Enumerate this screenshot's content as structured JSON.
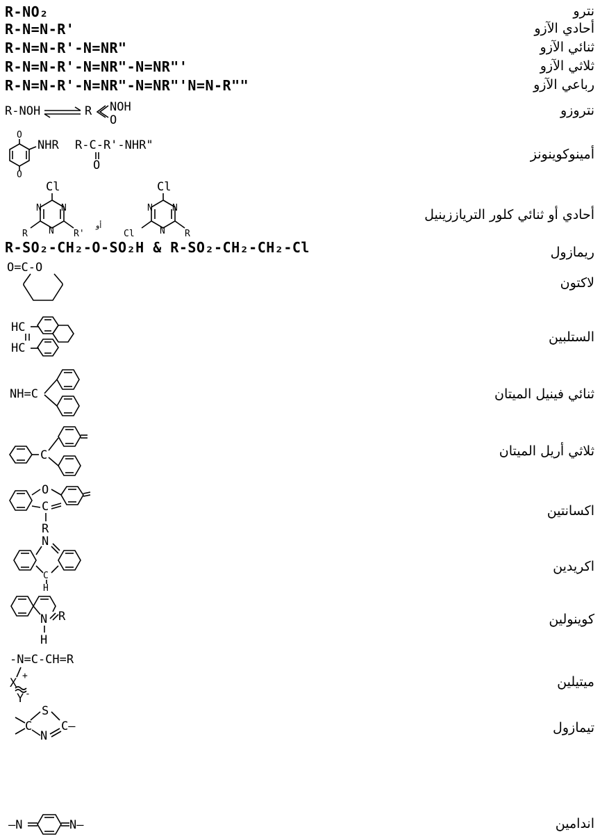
{
  "rows": [
    {
      "name": "نترو",
      "formula": "R-NO₂"
    },
    {
      "name": "أحادي الآزو",
      "formula": "R-N=N-R'"
    },
    {
      "name": "ثنائي الآزو",
      "formula": "R-N=N-R'-N=NR\""
    },
    {
      "name": "ثلاثي الآزو",
      "formula": "R-N=N-R'-N=NR\"-N=NR\"'"
    },
    {
      "name": "رباعي الآزو",
      "formula": "R-N=N-R'-N=NR\"-N=NR\"'N=N-R\"\""
    },
    {
      "name": "نتروزو",
      "structure": {
        "left": "R-NOH",
        "right_r": "R",
        "noh": "NOH",
        "o": "O"
      }
    },
    {
      "name": "أمينوكوينونز",
      "structure": {
        "o_top": "O",
        "o_bottom": "O",
        "nhr": "NHR",
        "chain": "R-C-R'-NHR\"",
        "o_chain": "O"
      }
    },
    {
      "name": "أحادي أو ثنائي كلور الترياززينيل",
      "structure": {
        "cl": "Cl",
        "n": "N",
        "r": "R",
        "r_prime": "R'",
        "or_word": "أو"
      }
    },
    {
      "name": "ريمازول",
      "formula": "R-SO₂-CH₂-O-SO₂H & R-SO₂-CH₂-CH₂-Cl"
    },
    {
      "name": "لاكتون",
      "structure": {
        "chain": "O=C-O"
      }
    },
    {
      "name": "الستلبين",
      "structure": {
        "hc": "HC"
      }
    },
    {
      "name": "ثنائي فينيل الميتان",
      "structure": {
        "label": "NH=C"
      }
    },
    {
      "name": "ثلاثي أريل الميتان",
      "structure": {
        "c": "C"
      }
    },
    {
      "name": "اكسانتين",
      "structure": {
        "o": "O",
        "c": "C",
        "r": "R"
      }
    },
    {
      "name": "اكريدين",
      "structure": {
        "n": "N",
        "c": "C",
        "h": "H"
      }
    },
    {
      "name": "كوينولين",
      "structure": {
        "n": "N",
        "r": "R",
        "h": "H"
      }
    },
    {
      "name": "ميتيلين",
      "structure": {
        "chain": "-N=C-CH=R",
        "x": "X",
        "plus": "+",
        "y": "Y",
        "minus": "-"
      }
    },
    {
      "name": "تيمازول",
      "structure": {
        "s": "S",
        "c": "C",
        "n": "N",
        "tail": "C–"
      }
    },
    {
      "name": "اندامين",
      "structure": {
        "left": "–N",
        "right": "N–"
      }
    }
  ]
}
